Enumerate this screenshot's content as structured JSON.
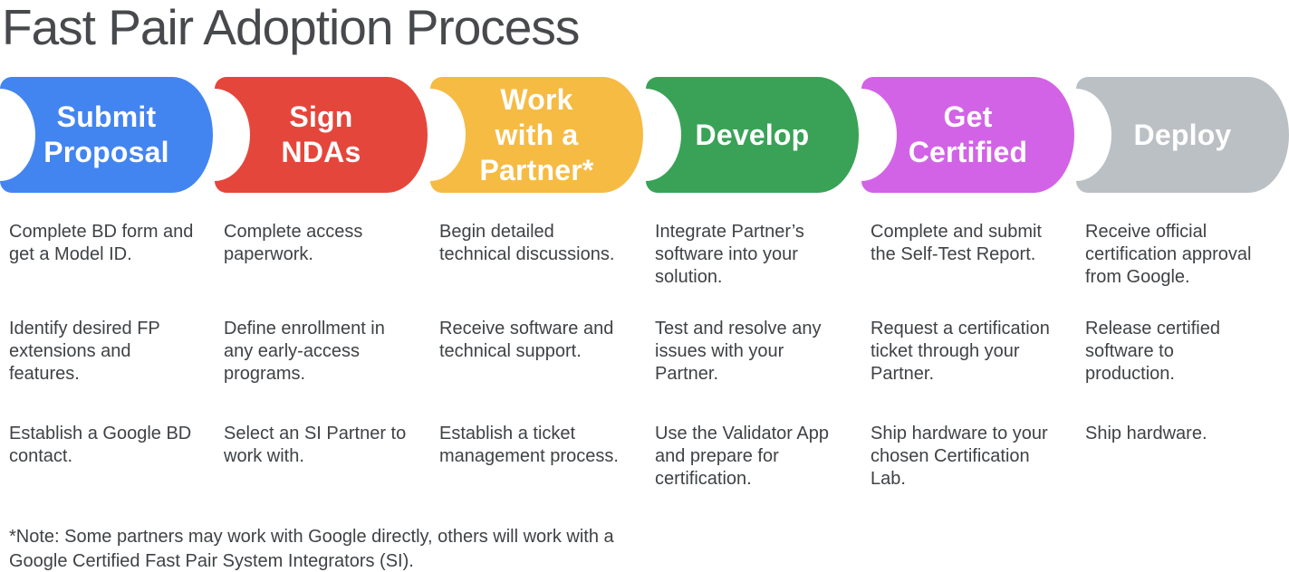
{
  "title": "Fast Pair Adoption Process",
  "footnote": "*Note: Some partners may work with Google directly, others will work with a\nGoogle Certified Fast Pair System Integrators (SI).",
  "colors": {
    "title_text": "#47494c",
    "body_text": "#3f4245",
    "label_text": "#ffffff"
  },
  "stages": [
    {
      "label": "Submit\nProposal",
      "color": "#4385F0",
      "steps": [
        "Complete BD form and\nget a Model ID.",
        "Identify desired FP\nextensions and\nfeatures.",
        "Establish a Google BD\ncontact."
      ]
    },
    {
      "label": "Sign\nNDAs",
      "color": "#E5463B",
      "steps": [
        "Complete access\npaperwork.",
        "Define enrollment in\nany early-access\nprograms.",
        "Select an SI Partner to\nwork with."
      ]
    },
    {
      "label": "Work\nwith a\nPartner*",
      "color": "#F6BB43",
      "steps": [
        "Begin detailed\ntechnical discussions.",
        "Receive software and\ntechnical support.",
        "Establish a ticket\nmanagement process."
      ]
    },
    {
      "label": "Develop",
      "color": "#39A257",
      "steps": [
        "Integrate Partner’s\nsoftware into your\nsolution.",
        "Test and resolve any\nissues with your\nPartner.",
        "Use the Validator App\nand prepare for\ncertification."
      ]
    },
    {
      "label": "Get\nCertified",
      "color": "#D263E6",
      "steps": [
        "Complete and submit\nthe Self-Test Report.",
        "Request a certification\nticket through your\nPartner.",
        "Ship hardware to your\nchosen Certification\nLab."
      ]
    },
    {
      "label": "Deploy",
      "color": "#BBC0C5",
      "steps": [
        "Receive official\ncertification approval\nfrom Google.",
        "Release certified\nsoftware to\nproduction.",
        "Ship hardware."
      ]
    }
  ]
}
